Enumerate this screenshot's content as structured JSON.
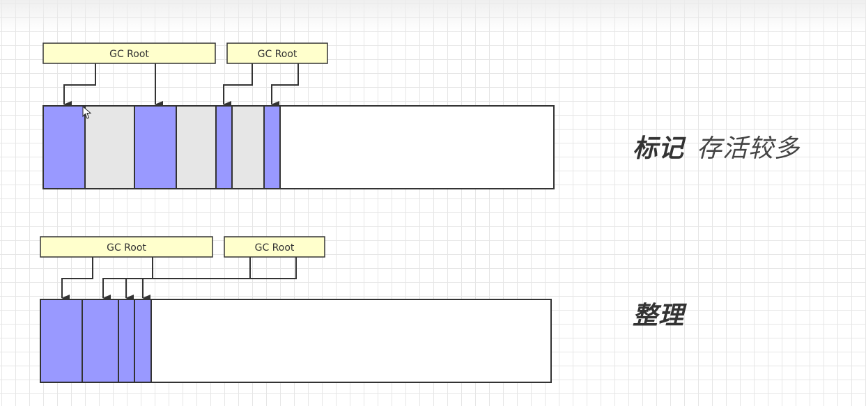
{
  "colors": {
    "live": "#9999ff",
    "garbage": "#e6e6e6",
    "free": "#ffffff",
    "root_box": "#ffffcc",
    "root_border": "#333333",
    "arrow": "#333333"
  },
  "top_diagram": {
    "roots": [
      {
        "label": "GC Root"
      },
      {
        "label": "GC Root"
      }
    ],
    "blocks": [
      "live",
      "garbage",
      "live",
      "garbage",
      "live",
      "garbage",
      "live",
      "free"
    ]
  },
  "bottom_diagram": {
    "roots": [
      {
        "label": "GC Root"
      },
      {
        "label": "GC Root"
      }
    ],
    "blocks": [
      "live",
      "live",
      "live",
      "live",
      "free"
    ]
  },
  "labels": {
    "mark": "标记",
    "mark_desc": "存活较多",
    "compact": "整理"
  }
}
